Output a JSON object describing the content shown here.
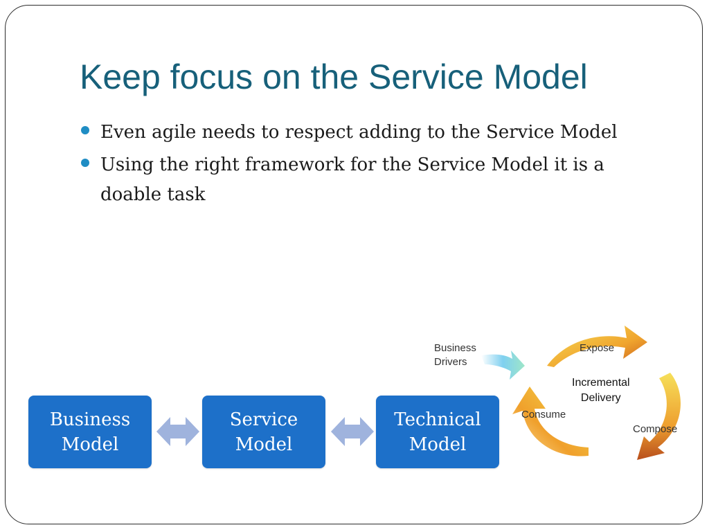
{
  "slide": {
    "title": "Keep focus on the Service Model",
    "bullets": [
      "Even agile needs to respect adding to the Service Model",
      "Using the right framework for the Service Model it is a doable task"
    ]
  },
  "diagram": {
    "boxes": [
      {
        "line1": "Business",
        "line2": "Model"
      },
      {
        "line1": "Service",
        "line2": "Model"
      },
      {
        "line1": "Technical",
        "line2": "Model"
      }
    ],
    "box_color": "#1d70c9",
    "arrow_color": "#9fb3dd"
  },
  "cycle": {
    "input_line1": "Business",
    "input_line2": "Drivers",
    "center_line1": "Incremental",
    "center_line2": "Delivery",
    "stages": [
      "Expose",
      "Compose",
      "Consume"
    ]
  },
  "colors": {
    "title": "#17607a",
    "bullet": "#1f8dc4"
  }
}
